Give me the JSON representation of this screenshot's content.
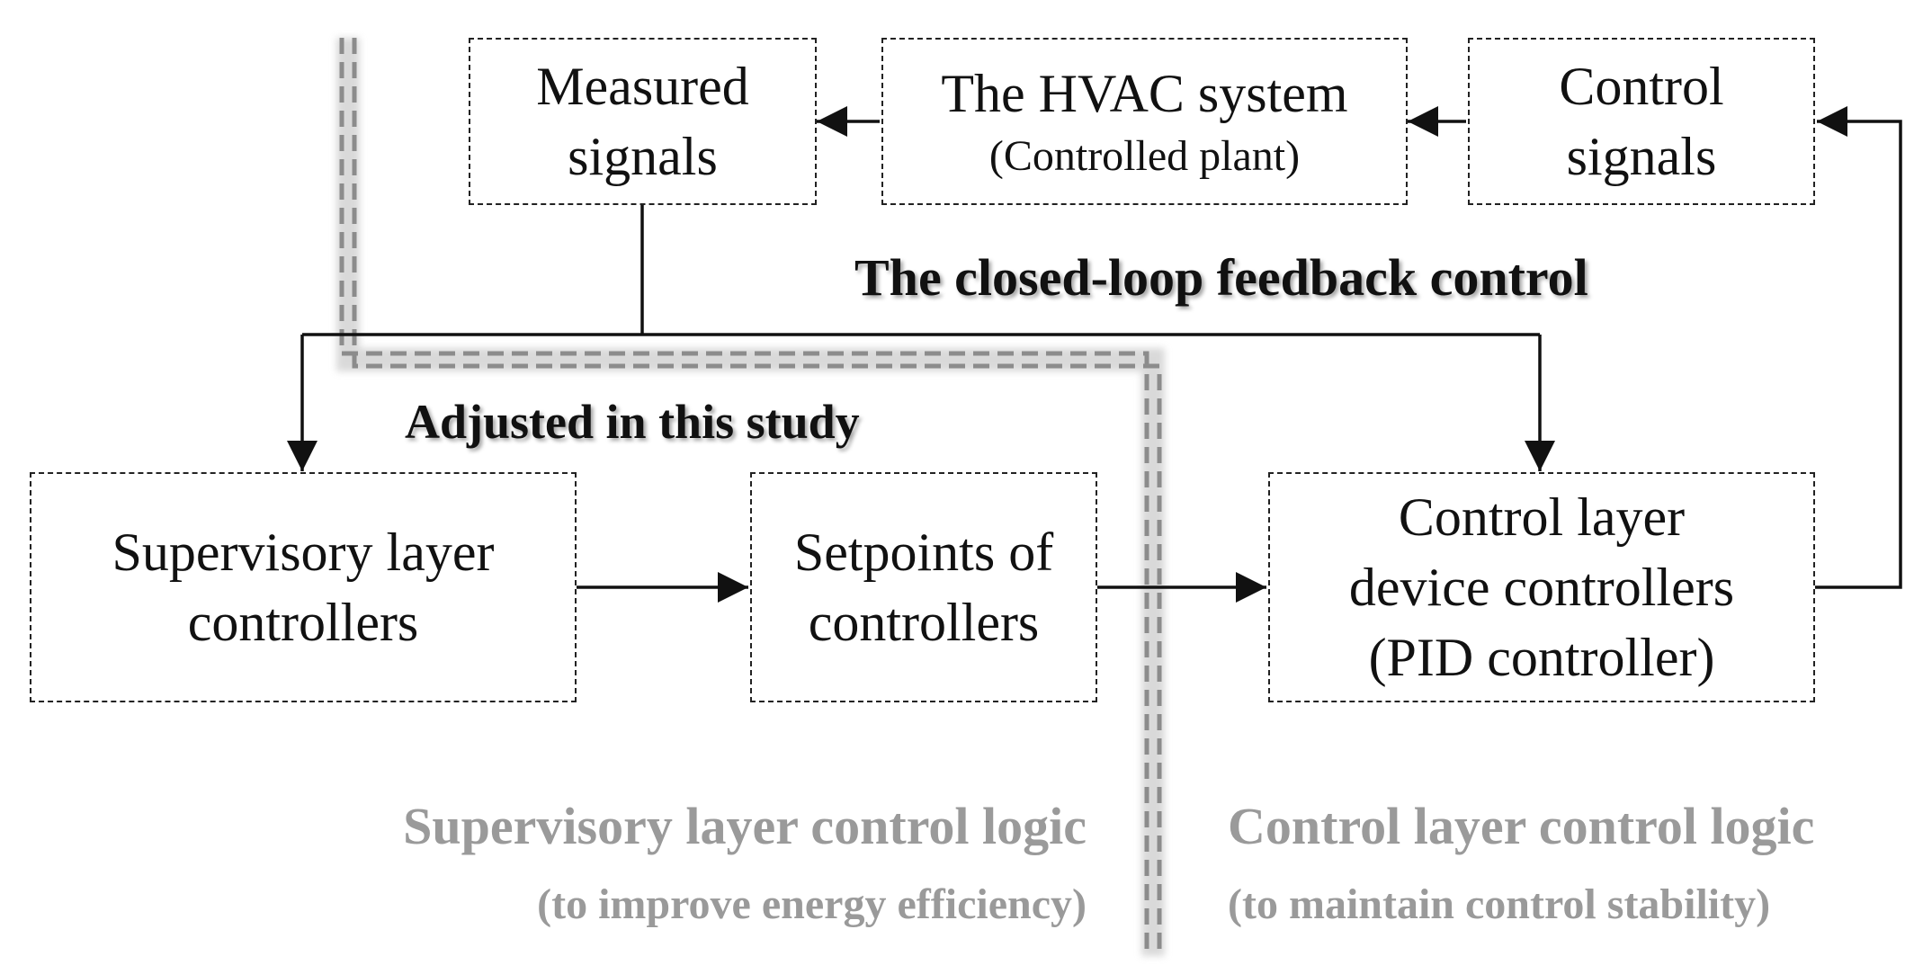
{
  "boxes": {
    "measured": {
      "line1": "Measured",
      "line2": "signals"
    },
    "hvac": {
      "line1": "The HVAC system",
      "line2": "(Controlled plant)"
    },
    "control_signals": {
      "line1": "Control",
      "line2": "signals"
    },
    "supervisory": {
      "line1": "Supervisory layer",
      "line2": "controllers"
    },
    "setpoints": {
      "line1": "Setpoints of",
      "line2": "controllers"
    },
    "control_layer": {
      "line1": "Control layer",
      "line2": "device controllers",
      "line3": "(PID controller)"
    }
  },
  "labels": {
    "feedback": "The closed-loop feedback control",
    "adjusted": "Adjusted in this study",
    "supervisory_logic": "Supervisory layer control logic",
    "supervisory_purpose": "(to improve energy efficiency)",
    "control_logic": "Control layer control logic",
    "control_purpose": "(to maintain control stability)"
  },
  "colors": {
    "line": "#111111",
    "divider": "#8c8c8c",
    "muted_text": "#9a9a9a"
  }
}
